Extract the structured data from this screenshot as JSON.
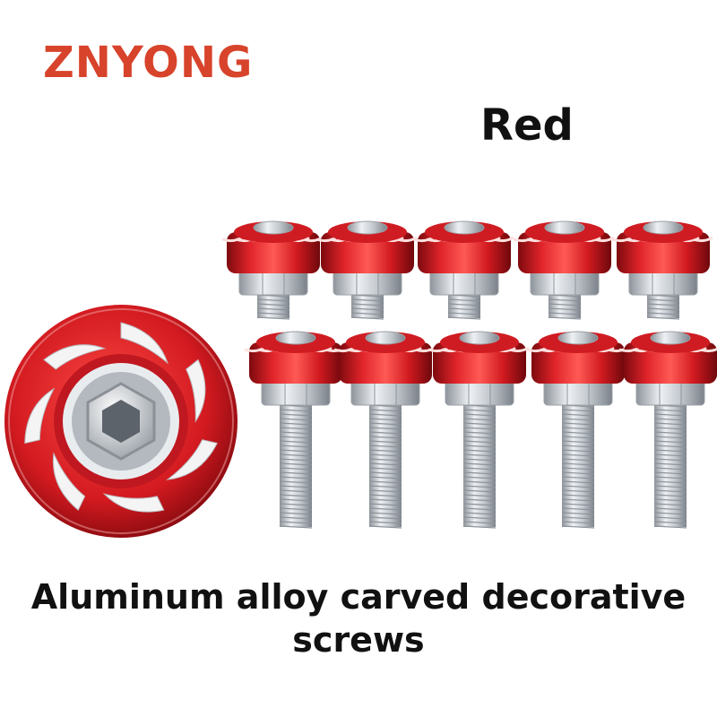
{
  "brand": {
    "name": "ZNYONG",
    "color": "#d8432b"
  },
  "color_label": "Red",
  "caption": {
    "line1": "Aluminum alloy carved decorative",
    "line2": "screws"
  },
  "product": {
    "screw_count": 10,
    "accent_color": "#c8151b",
    "metal_color": "#c9cdd2"
  }
}
